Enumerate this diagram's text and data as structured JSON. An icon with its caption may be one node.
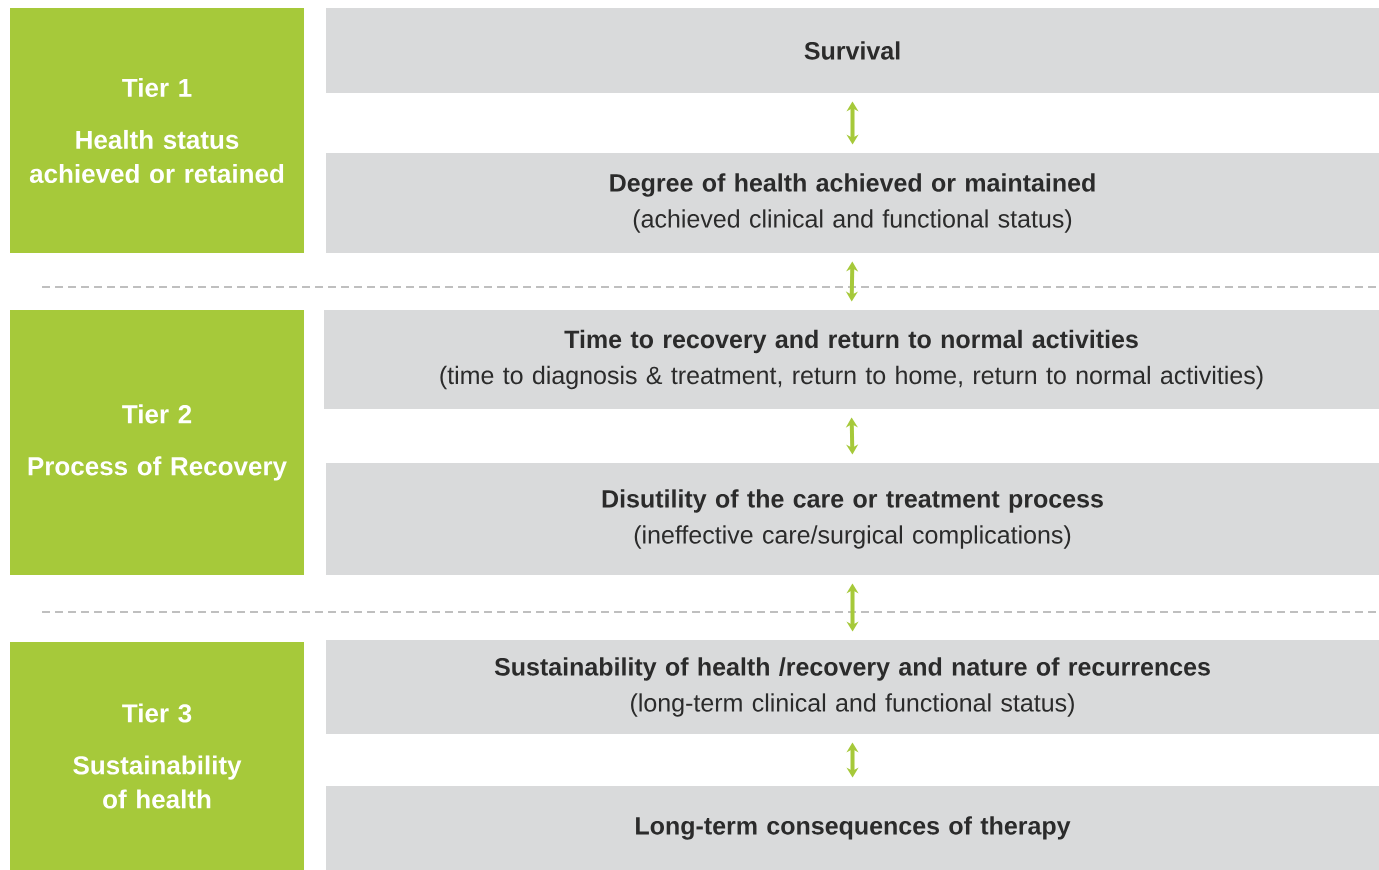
{
  "diagram": {
    "nodes": [
      {
        "text": [
          "Tier 1",
          "Health status achieved or retained"
        ]
      },
      {
        "text": [
          "Survival"
        ]
      },
      {
        "text": [
          "Degree of health achieved or maintained",
          "(achieved clinical and functional status)"
        ]
      },
      {
        "text": [
          "Tier 2",
          "Process of Recovery"
        ]
      },
      {
        "text": [
          "Time to recovery and return to normal activities",
          "(time to diagnosis & treatment, return to home, return to normal activities)"
        ]
      },
      {
        "text": [
          "Disutility of the care or treatment process",
          "(ineffective care/surgical complications)"
        ]
      },
      {
        "text": [
          "Tier 3",
          "Sustainability of health"
        ]
      },
      {
        "text": [
          "Sustainability of health /recovery and nature of recurrences",
          "(long-term clinical and functional status)"
        ]
      },
      {
        "text": [
          "Long-term consequences of therapy"
        ]
      }
    ],
    "edges": [
      {
        "from": 1,
        "to": 2,
        "arrow": "both"
      },
      {
        "from": 2,
        "to": 4,
        "arrow": "both"
      },
      {
        "from": 4,
        "to": 5,
        "arrow": "both"
      },
      {
        "from": 5,
        "to": 7,
        "arrow": "both"
      },
      {
        "from": 7,
        "to": 8,
        "arrow": "both"
      }
    ]
  }
}
